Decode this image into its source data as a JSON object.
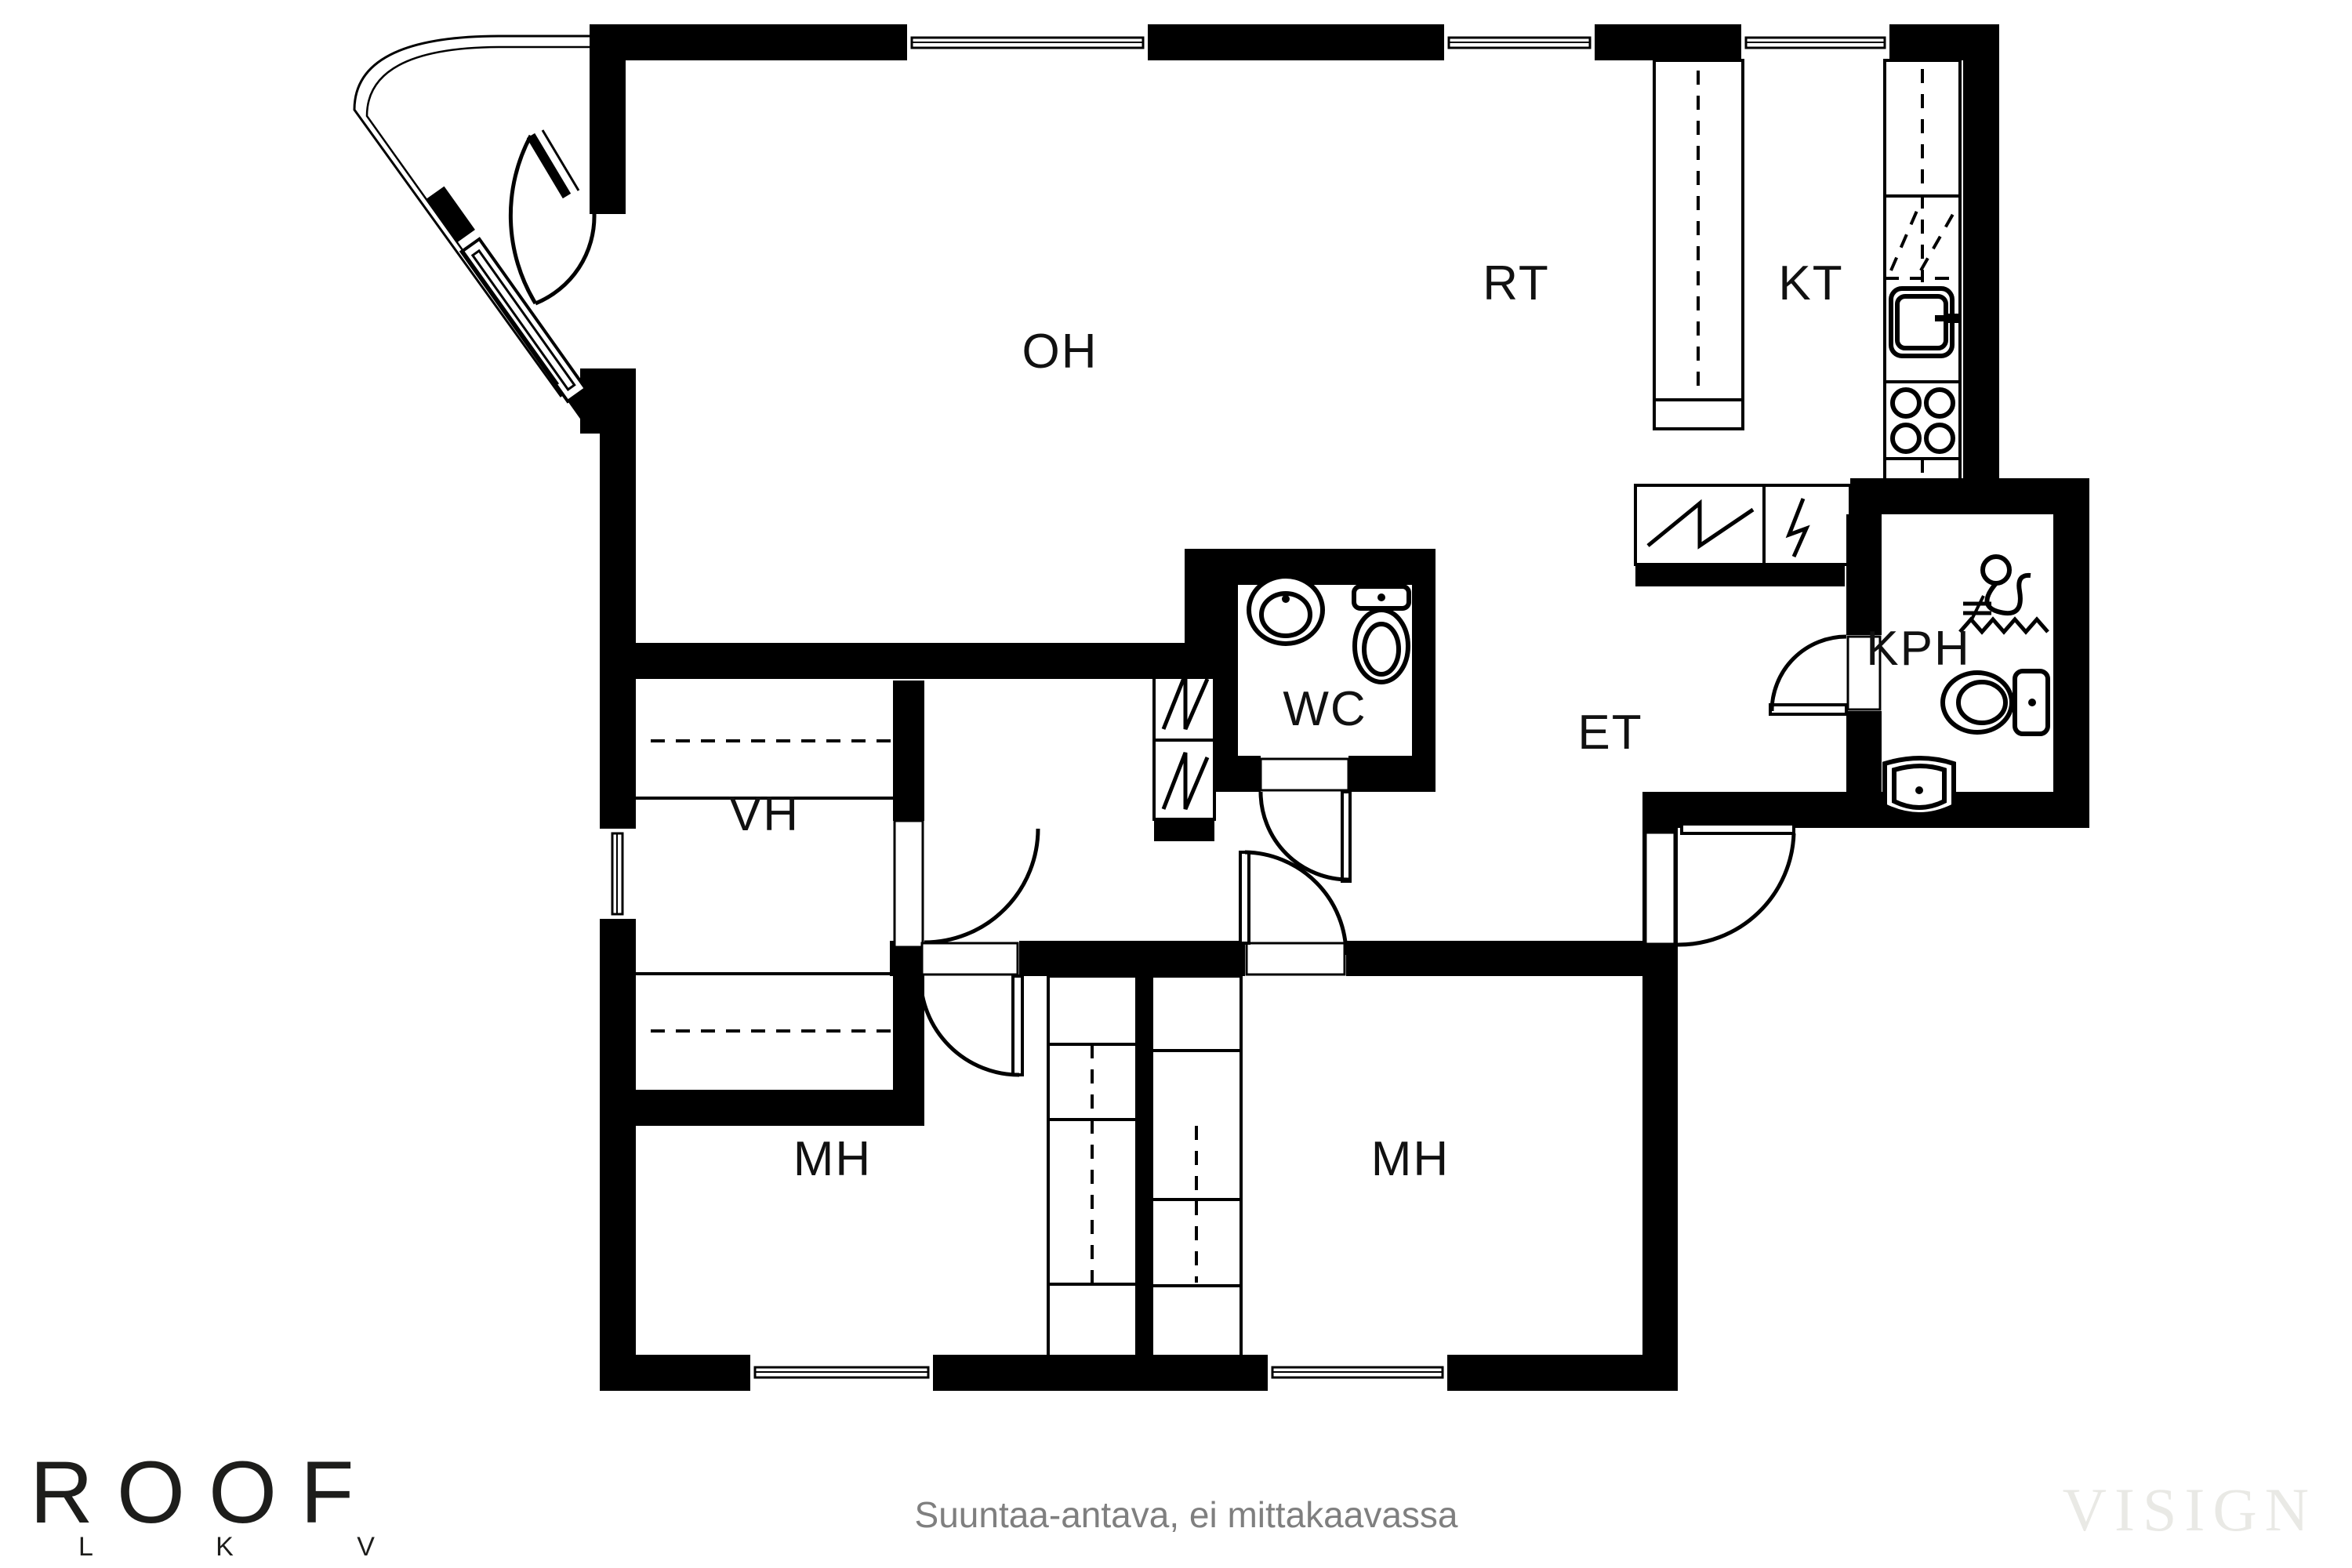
{
  "colors": {
    "wall": "#000000",
    "background": "#ffffff",
    "label": "#111111",
    "footer_text": "#7f7f7f",
    "watermark": "#e9e9e5",
    "logo": "#1d1d1b"
  },
  "rooms": [
    {
      "id": "oh",
      "label": "OH"
    },
    {
      "id": "rt",
      "label": "RT"
    },
    {
      "id": "kt",
      "label": "KT"
    },
    {
      "id": "wc",
      "label": "WC"
    },
    {
      "id": "et",
      "label": "ET"
    },
    {
      "id": "kph",
      "label": "KPH"
    },
    {
      "id": "vh",
      "label": "VH"
    },
    {
      "id": "mh1",
      "label": "MH"
    },
    {
      "id": "mh2",
      "label": "MH"
    }
  ],
  "footer": {
    "disclaimer": "Suuntaa-antava, ei mittakaavassa"
  },
  "branding": {
    "logo": "ROOF",
    "logo_sub": "L K V",
    "watermark": "VISIGN"
  }
}
